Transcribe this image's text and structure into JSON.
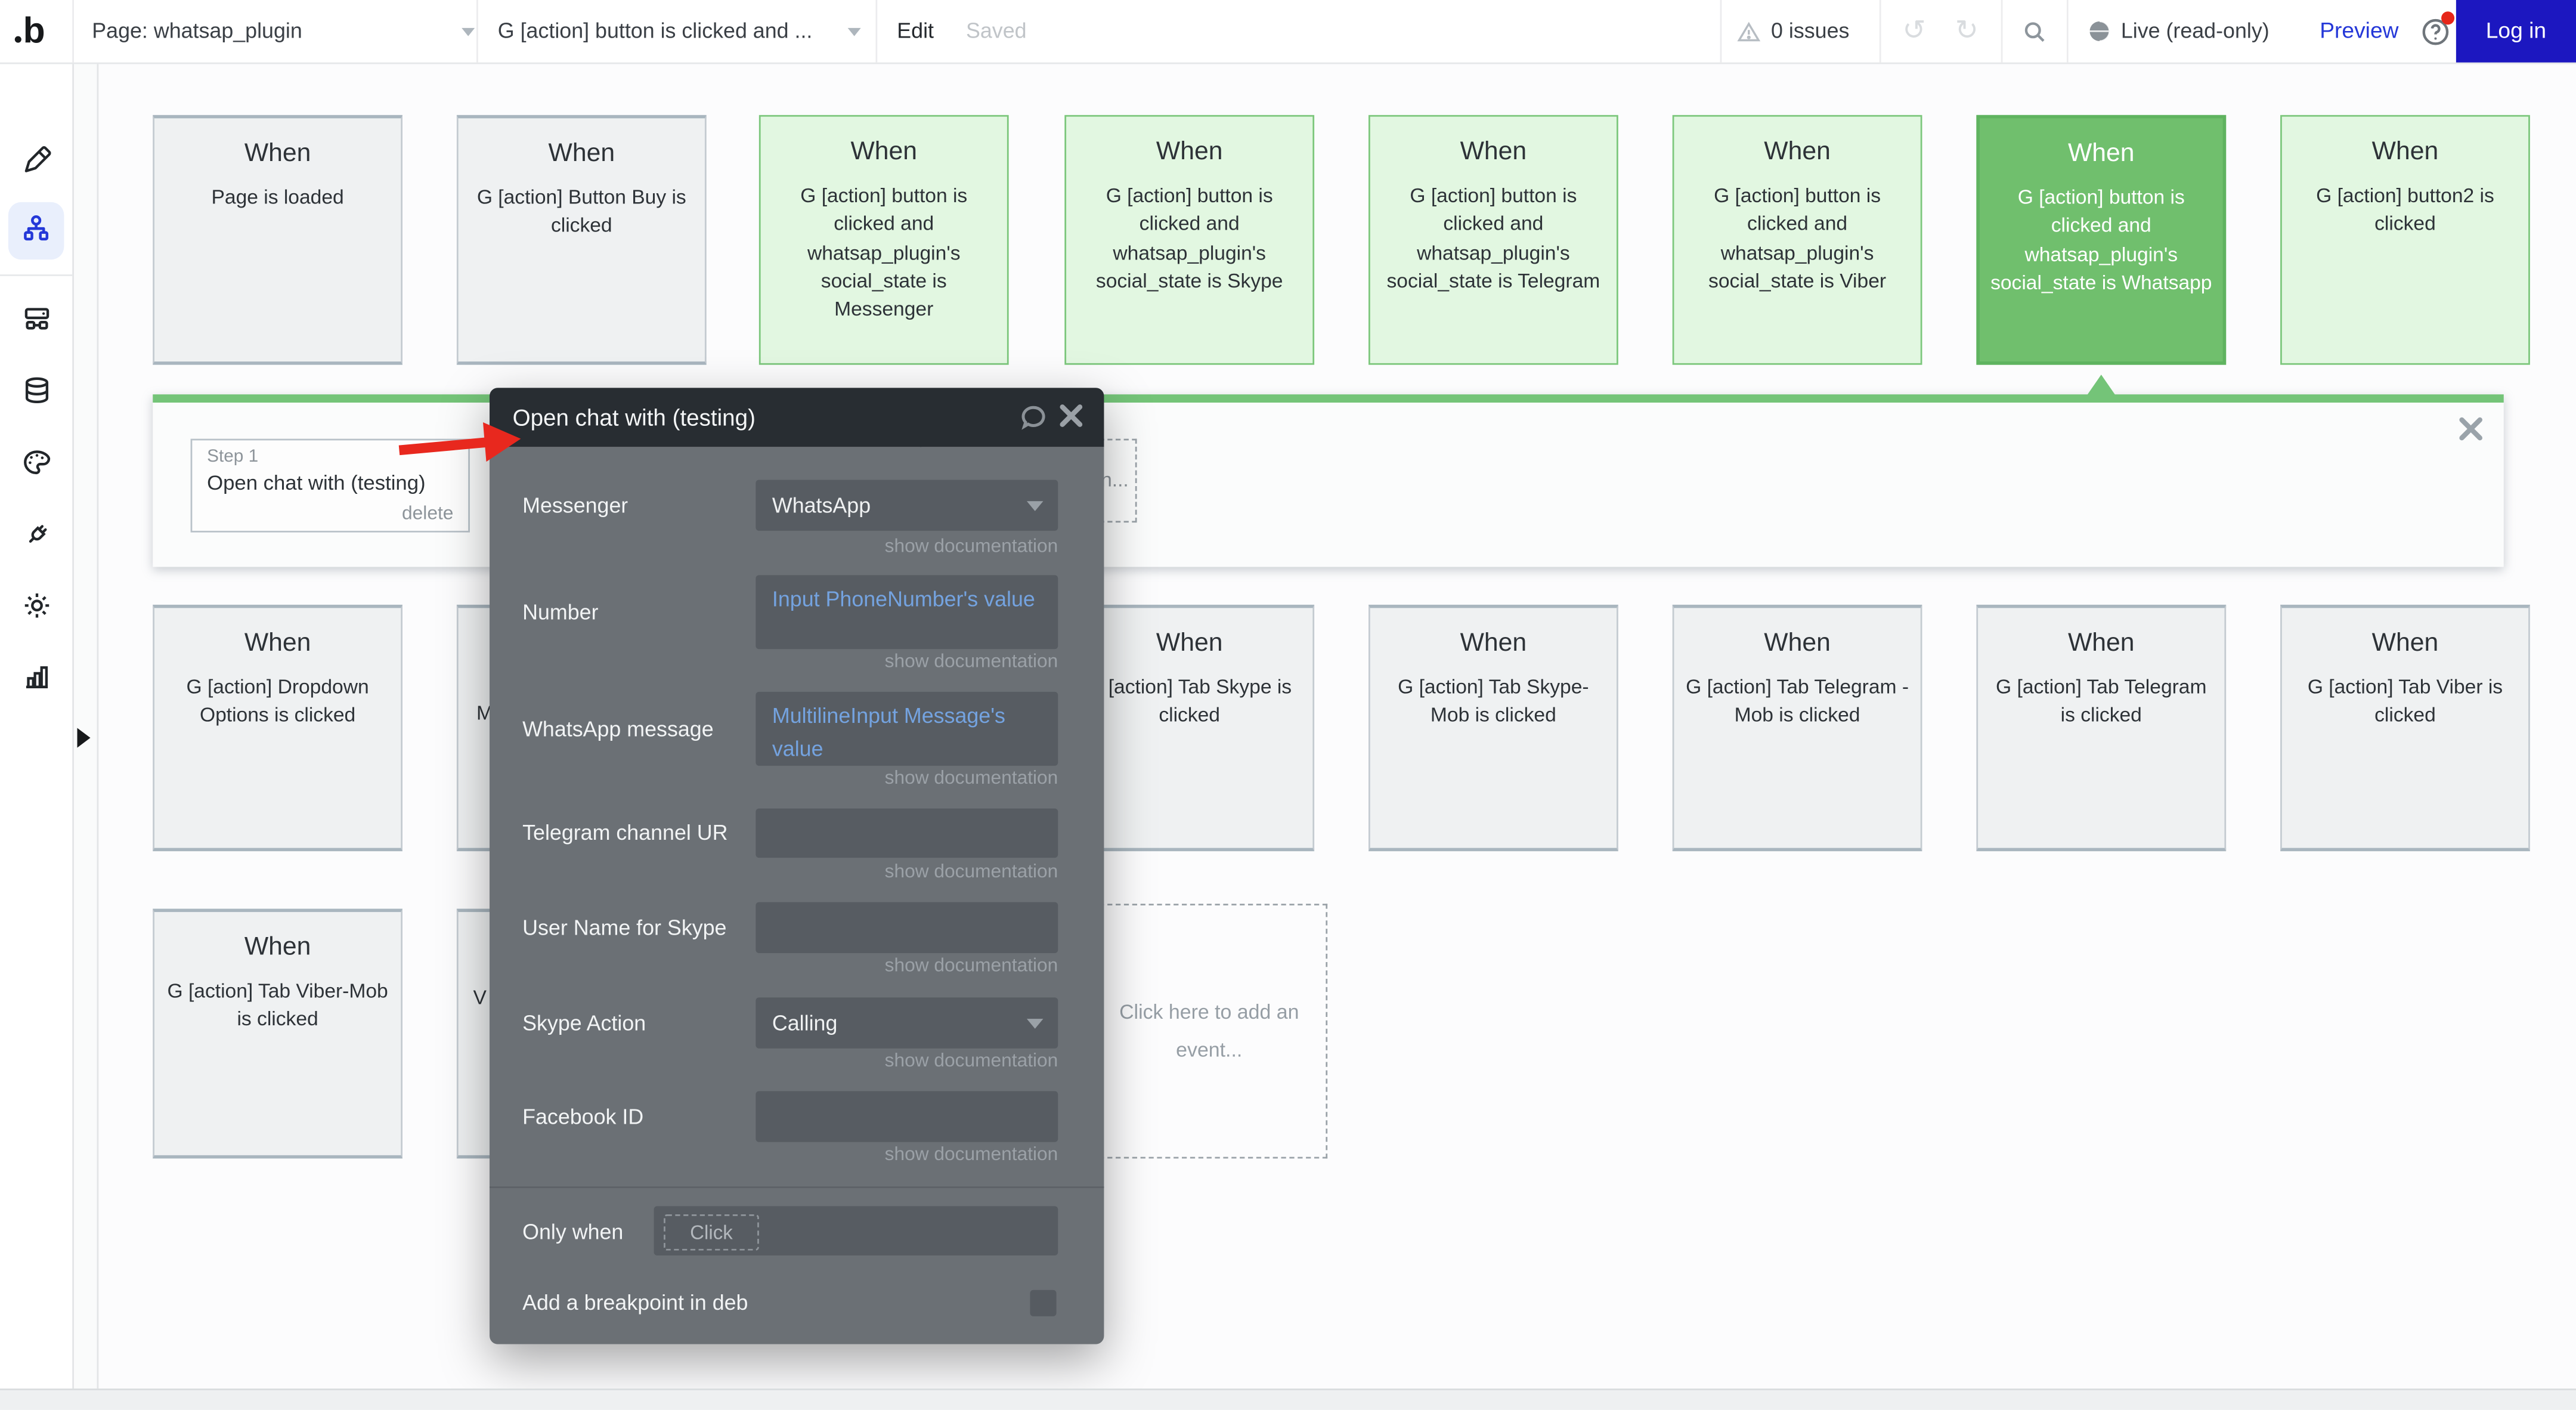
{
  "topbar": {
    "logo_letter": "b",
    "page_selector": "Page: whatsap_plugin",
    "workflow_selector": "G [action] button is clicked and ...",
    "edit": "Edit",
    "saved": "Saved",
    "issues": "0 issues",
    "live": "Live (read-only)",
    "preview": "Preview",
    "login": "Log in"
  },
  "sidebar": {
    "icons": [
      "design-pencil-icon",
      "workflow-icon",
      "responsive-server-icon",
      "database-icon",
      "styles-palette-icon",
      "plugins-plug-icon",
      "settings-gear-icon",
      "logs-chart-icon"
    ]
  },
  "canvas": {
    "top_row": [
      {
        "heading": "When",
        "body": "Page is loaded"
      },
      {
        "heading": "When",
        "body": "G [action] Button Buy is clicked"
      },
      {
        "heading": "When",
        "body": "G [action] button is clicked and whatsap_plugin's social_state is Messenger"
      },
      {
        "heading": "When",
        "body": "G [action] button is clicked and whatsap_plugin's social_state is Skype"
      },
      {
        "heading": "When",
        "body": "G [action] button is clicked and whatsap_plugin's social_state is Telegram"
      },
      {
        "heading": "When",
        "body": "G [action] button is clicked and whatsap_plugin's social_state is Viber"
      },
      {
        "heading": "When",
        "body": "G [action] button is clicked and whatsap_plugin's social_state is Whatsapp"
      },
      {
        "heading": "When",
        "body": "G [action] button2 is clicked"
      }
    ],
    "strip": {
      "step_label": "Step 1",
      "step_title": "Open chat with (testing)",
      "delete_label": "delete",
      "hidden_action_fragment": "n..."
    },
    "middle_row": [
      {
        "heading": "When",
        "body": "G [action] Dropdown Options is clicked"
      },
      {
        "fragment": "M"
      },
      {
        "heading": "When",
        "body": "G [action] Tab Skype is clicked"
      },
      {
        "heading": "When",
        "body": "G [action] Tab Skype-Mob is clicked"
      },
      {
        "heading": "When",
        "body": "G [action] Tab Telegram - Mob is clicked"
      },
      {
        "heading": "When",
        "body": "G [action] Tab Telegram is clicked"
      },
      {
        "heading": "When",
        "body": "G [action] Tab Viber is clicked"
      }
    ],
    "bottom_row": [
      {
        "heading": "When",
        "body": "G [action] Tab Viber-Mob is clicked"
      },
      {
        "fragment": "V"
      }
    ],
    "event_placeholder": "Click here to add an event..."
  },
  "popup": {
    "title": "Open chat with (testing)",
    "fields": [
      {
        "label": "Messenger",
        "value": "WhatsApp",
        "doc": "show documentation",
        "kind": "select"
      },
      {
        "label": "Number",
        "value": "Input PhoneNumber's value",
        "doc": "show documentation",
        "kind": "expression"
      },
      {
        "label": "WhatsApp message",
        "value": "MultilineInput Message's value",
        "doc": "show documentation",
        "kind": "expression"
      },
      {
        "label": "Telegram channel UR",
        "value": "",
        "doc": "show documentation",
        "kind": "input"
      },
      {
        "label": "User Name for Skype",
        "value": "",
        "doc": "show documentation",
        "kind": "input"
      },
      {
        "label": "Skype Action",
        "value": "Calling",
        "doc": "show documentation",
        "kind": "select"
      },
      {
        "label": "Facebook ID",
        "value": "",
        "doc": "show documentation",
        "kind": "input"
      }
    ],
    "only_when": {
      "label": "Only when",
      "placeholder": "Click"
    },
    "breakpoint_label": "Add a breakpoint in debug mode"
  },
  "colors": {
    "accent_green": "#74c478",
    "light_green_card": "#e2f7e1",
    "selected_green_card": "#70bf6d",
    "login_blue": "#1c17c0",
    "preview_blue": "#2437d8",
    "expression_blue": "#74a3e0",
    "annotation_red": "#e8281e"
  }
}
